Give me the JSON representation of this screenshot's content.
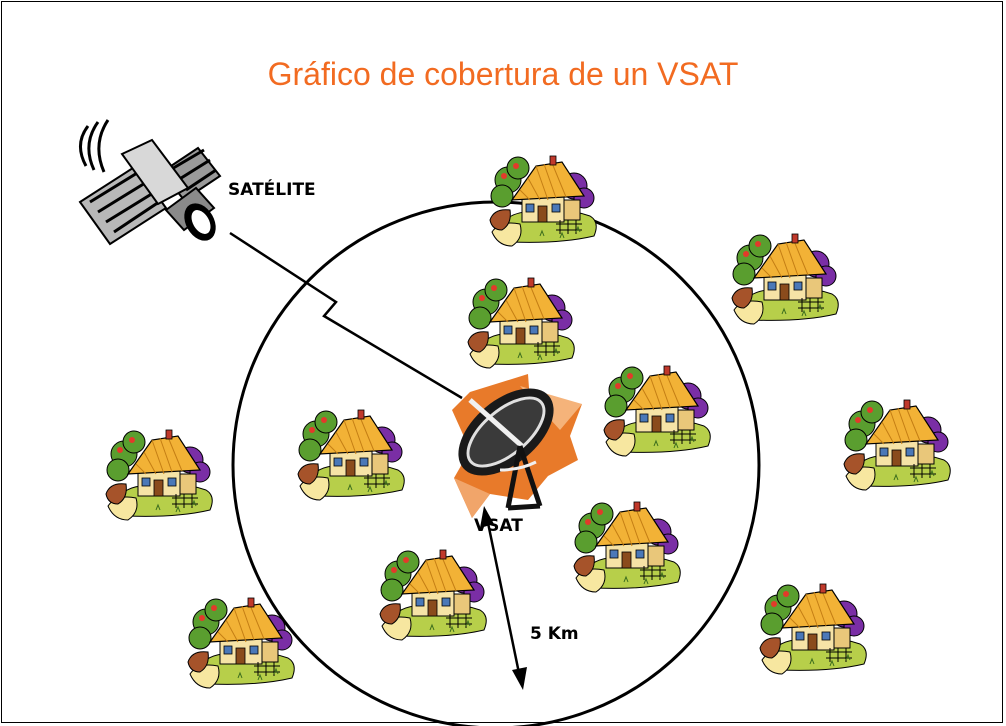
{
  "title": "Gráfico de cobertura de un VSAT",
  "labels": {
    "satellite": "SATÉLITE",
    "vsat": "VSAT",
    "radius": "5 Km"
  },
  "icons": {
    "satellite": "satellite-icon",
    "dish": "vsat-dish-icon",
    "house": "house-icon"
  },
  "colors": {
    "title": "#f26b21",
    "house_roof": "#f2b236",
    "house_wall": "#f6e3a6",
    "tree": "#5a9e2f",
    "bush": "#7a2ea5",
    "ground": "#b7cf4a",
    "dish": "#1a1a1a",
    "dish_back": "#e87a2a"
  }
}
